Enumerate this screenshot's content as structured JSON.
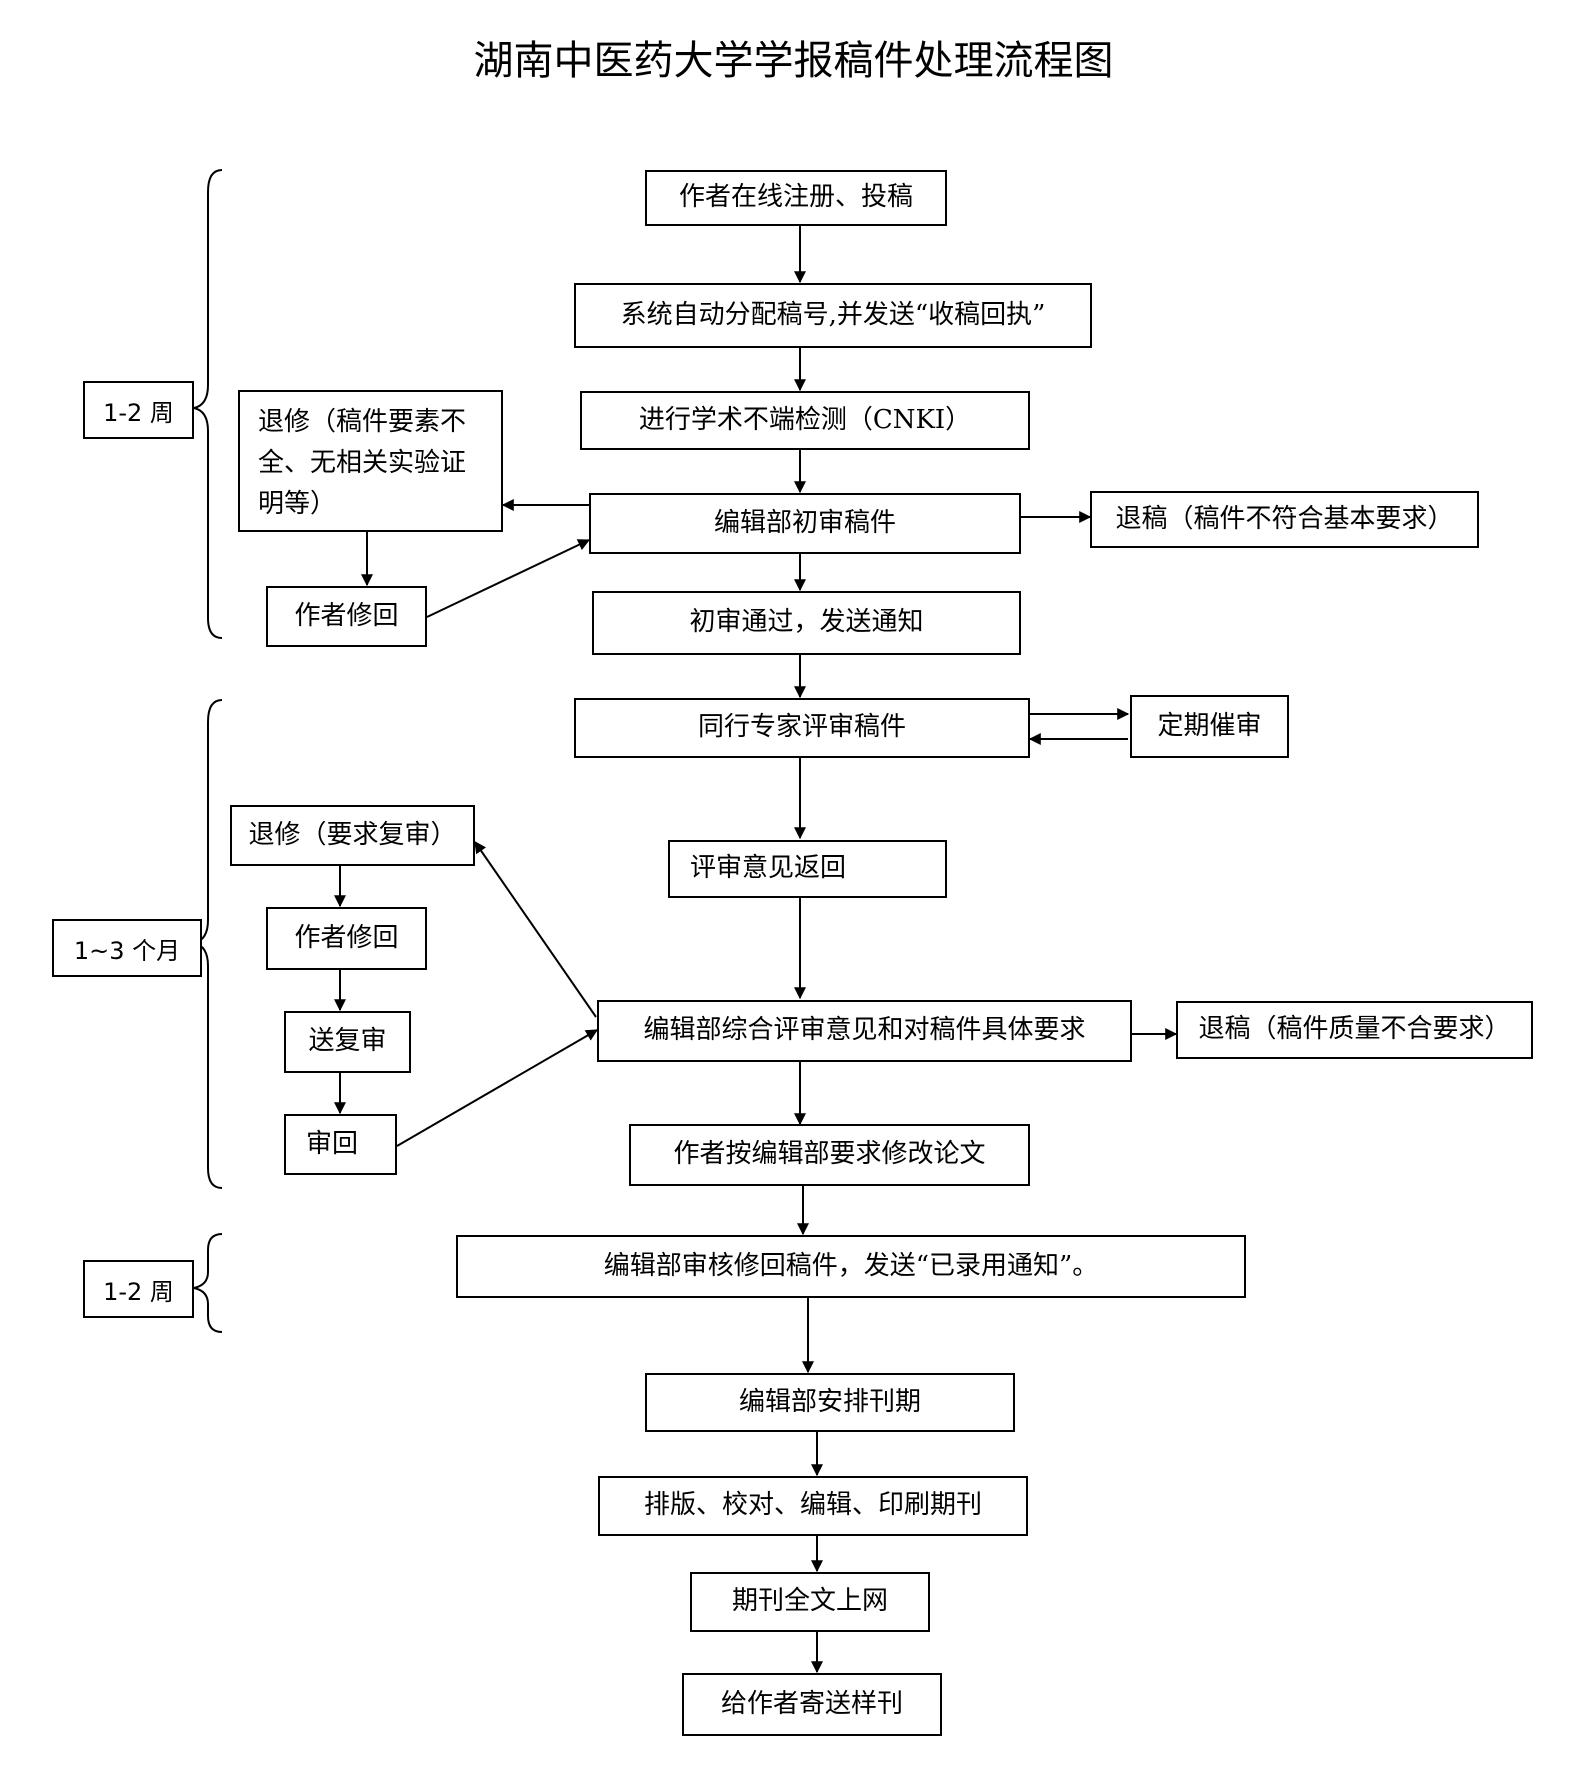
{
  "title": "湖南中医药大学学报稿件处理流程图",
  "durations": {
    "d1": "1-2 周",
    "d2": "1~3 个月",
    "d3": "1-2 周"
  },
  "nodes": {
    "register": "作者在线注册、投稿",
    "assign": "系统自动分配稿号,并发送“收稿回执”",
    "check": "进行学术不端检测（CNKI）",
    "initial_review": "编辑部初审稿件",
    "revise_1": "退修（稿件要素不全、无相关实验证明等）",
    "author_revise_1": "作者修回",
    "reject_1": "退稿（稿件不符合基本要求）",
    "initial_pass": "初审通过，发送通知",
    "peer_review": "同行专家评审稿件",
    "reminder": "定期催审",
    "opinions_return": "评审意见返回",
    "revise_2": "退修（要求复审）",
    "author_revise_2": "作者修回",
    "send_rereview": "送复审",
    "rereview_return": "审回",
    "editorial_combine": "编辑部综合评审意见和对稿件具体要求",
    "reject_2": "退稿（稿件质量不合要求）",
    "author_modify": "作者按编辑部要求修改论文",
    "accept_notice": "编辑部审核修回稿件，发送“已录用通知”。",
    "schedule": "编辑部安排刊期",
    "typeset": "排版、校对、编辑、印刷期刊",
    "online": "期刊全文上网",
    "send_sample": "给作者寄送样刊"
  }
}
